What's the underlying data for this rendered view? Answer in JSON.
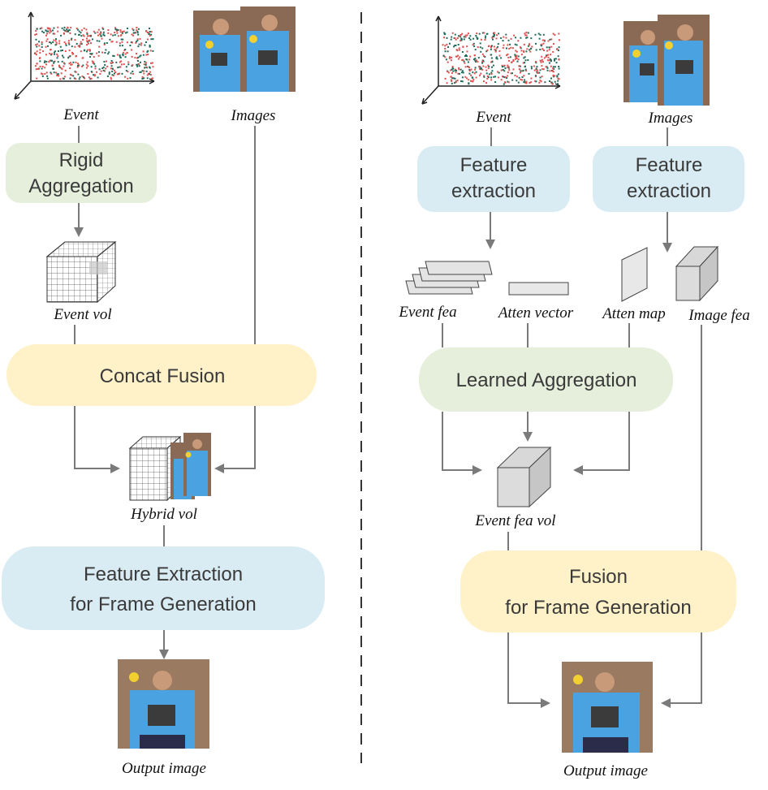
{
  "left": {
    "event_label": "Event",
    "images_label": "Images",
    "rigid_aggregation": [
      "Rigid",
      "Aggregation"
    ],
    "event_vol_label": "Event vol",
    "concat_fusion": "Concat Fusion",
    "hybrid_vol_label": "Hybrid vol",
    "feature_extraction_frame": [
      "Feature Extraction",
      "for Frame Generation"
    ],
    "output_label": "Output image"
  },
  "right": {
    "event_label": "Event",
    "images_label": "Images",
    "feature_extraction_event": [
      "Feature",
      "extraction"
    ],
    "feature_extraction_image": [
      "Feature",
      "extraction"
    ],
    "event_fea_label": "Event fea",
    "atten_vector_label": "Atten vector",
    "atten_map_label": "Atten map",
    "image_fea_label": "Image fea",
    "learned_aggregation": "Learned Aggregation",
    "event_fea_vol_label": "Event fea vol",
    "fusion_frame": [
      "Fusion",
      "for Frame Generation"
    ],
    "output_label": "Output image"
  },
  "colors": {
    "green_box": "#e6efdc",
    "yellow_box": "#fff1c8",
    "blue_box": "#d9ebf3",
    "arrow": "#7a7a7a",
    "divider": "#333333",
    "event_red": "#e05050",
    "event_teal": "#1f6b5a"
  }
}
